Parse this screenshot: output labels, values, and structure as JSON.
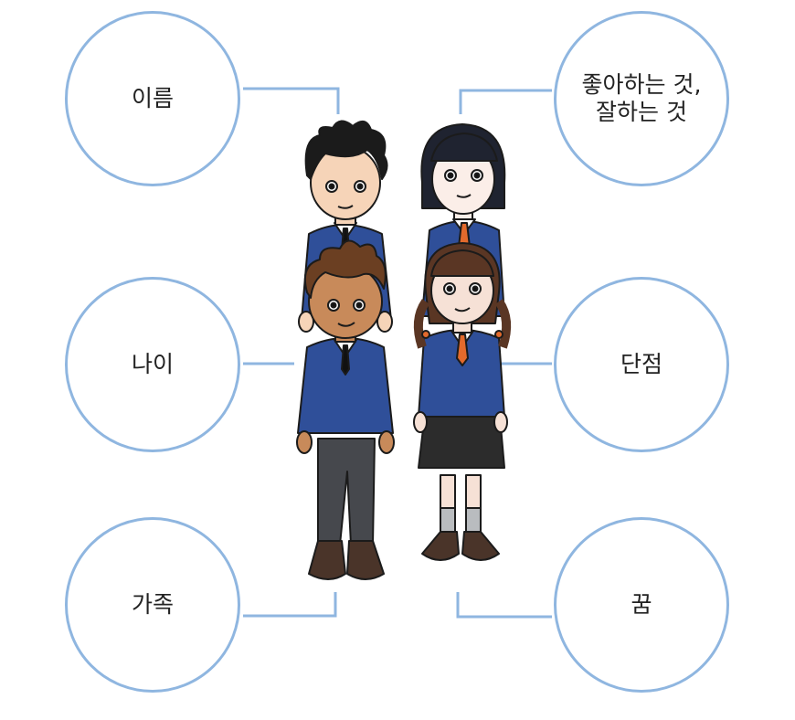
{
  "colors": {
    "line": "#8fb6e0",
    "blazer": "#2f4f99",
    "text": "#222222"
  },
  "topics": {
    "name": "이름",
    "age": "나이",
    "family": "가족",
    "likes": "좋아하는 것,\n잘하는 것",
    "weakness": "단점",
    "dream": "꿈"
  }
}
